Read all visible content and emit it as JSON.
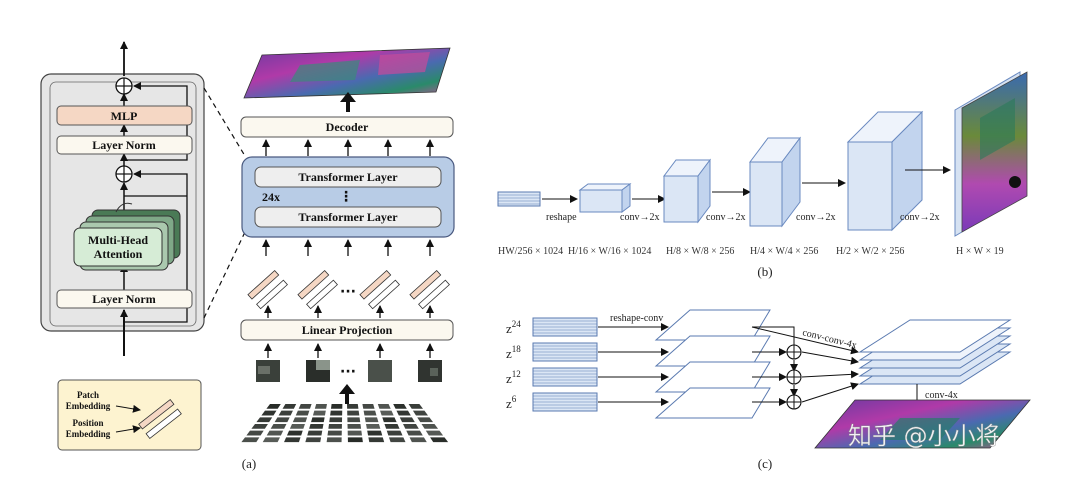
{
  "panel_a": {
    "encoder_block": {
      "mlp": "MLP",
      "layer_norm_top": "Layer Norm",
      "attention_line1": "Multi-Head",
      "attention_line2": "Attention",
      "layer_norm_bottom": "Layer Norm"
    },
    "decoder": "Decoder",
    "transformer_layer_top": "Transformer Layer",
    "repeat_count": "24x",
    "ellipsis_vertical": "⋮",
    "transformer_layer_bottom": "Transformer Layer",
    "linear_projection": "Linear Projection",
    "ellipsis": "···",
    "legend": {
      "patch_line1": "Patch",
      "patch_line2": "Embedding",
      "position_line1": "Position",
      "position_line2": "Embedding"
    },
    "caption": "(a)"
  },
  "panel_b": {
    "reshape": "reshape",
    "conv1": "conv→2x",
    "conv2": "conv→2x",
    "conv3": "conv→2x",
    "conv4": "conv→2x",
    "dims": [
      "HW/256 × 1024",
      "H/16 × W/16 × 1024",
      "H/8 × W/8 × 256",
      "H/4 × W/4 × 256",
      "H/2 × W/2 × 256",
      "H × W × 19"
    ],
    "caption": "(b)"
  },
  "panel_c": {
    "reshape_conv": "reshape-conv",
    "conv_conv": "conv-conv-4x",
    "conv_4x": "conv-4x",
    "z_labels": [
      "z",
      "z",
      "z",
      "z"
    ],
    "z_superscripts": [
      "24",
      "18",
      "12",
      "6"
    ],
    "caption": "(c)"
  },
  "watermark": "知乎 @小小将"
}
